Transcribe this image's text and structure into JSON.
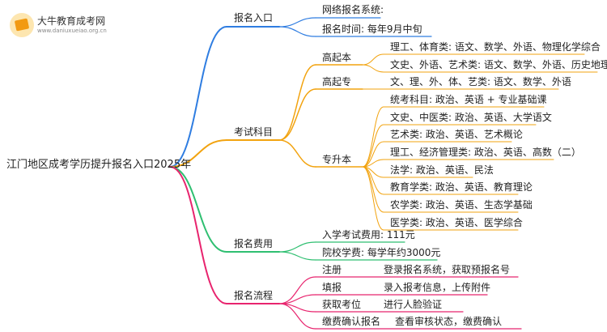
{
  "logo": {
    "name": "大牛教育成考网",
    "url": "www.daniuxueiao.org.cn"
  },
  "root": "江门地区成考学历提升报名入口2025年",
  "colors": {
    "blue": "#2f7de1",
    "orange": "#f2a30f",
    "green": "#2fbf71",
    "pink": "#e8246e"
  },
  "branches": {
    "entry": {
      "label": "报名入口",
      "items": [
        "网络报名系统:",
        "报名时间: 每年9月中旬"
      ]
    },
    "subjects": {
      "label": "考试科目",
      "gqb": {
        "label": "高起本",
        "items": [
          "理工、体育类: 语文、数学、外语、物理化学综合",
          "文史、外语、艺术类: 语文、数学、外语、历史地理综合"
        ]
      },
      "gqz": {
        "label": "高起专",
        "items": [
          "文、理、外、体、艺类: 语文、数学、外语"
        ]
      },
      "zsb": {
        "label": "专升本",
        "items": [
          "统考科目: 政治、英语 + 专业基础课",
          "文史、中医类: 政治、英语、大学语文",
          "艺术类: 政治、英语、艺术概论",
          "理工、经济管理类: 政治、英语、高数（二）",
          "法学: 政治、英语、民法",
          "教育学类: 政治、英语、教育理论",
          "农学类: 政治、英语、生态学基础",
          "医学类: 政治、英语、医学综合"
        ]
      }
    },
    "fees": {
      "label": "报名费用",
      "items": [
        "入学考试费用: 111元",
        "院校学费: 每学年约3000元"
      ]
    },
    "process": {
      "label": "报名流程",
      "steps": [
        {
          "name": "注册",
          "desc": "登录报名系统，获取预报名号"
        },
        {
          "name": "填报",
          "desc": "录入报考信息，上传附件"
        },
        {
          "name": "获取考位",
          "desc": "进行人脸验证"
        },
        {
          "name": "缴费确认报名",
          "desc": "查看审核状态，缴费确认"
        }
      ]
    }
  }
}
